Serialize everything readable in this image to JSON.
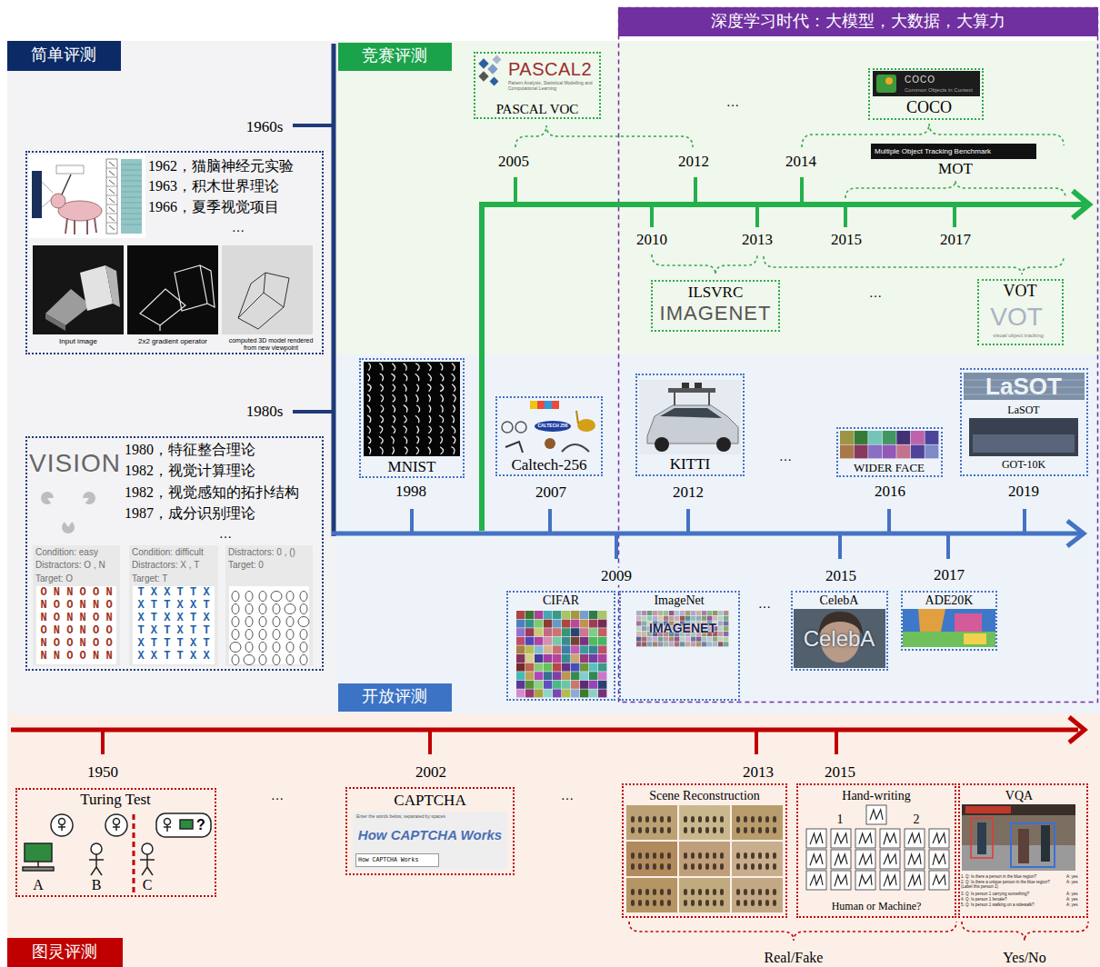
{
  "diagram": {
    "nodes": [
      {
        "text": [
          "深度学习时代：大模型，大数据，大算力"
        ]
      },
      {
        "text": [
          "简单评测"
        ]
      },
      {
        "text": [
          "1962，猫脑神经元实验",
          "1963，积木世界理论",
          "1966，夏季视觉项目",
          "…",
          "Input image",
          "2x2 gradient operator",
          "computed 3D model rendered from new viewpoint"
        ]
      },
      {
        "text": [
          "VISION",
          "1980，特征整合理论",
          "1982，视觉计算理论",
          "1982，视觉感知的拓扑结构",
          "1987，成分识别理论",
          "…"
        ]
      },
      {
        "text": [
          "Condition: easy",
          "Distractors: O , N",
          "Target: O",
          "O N N O O N",
          "N O O N N O",
          "N O N N O N",
          "O N O N O O",
          "N O O N O O",
          "N N O O N N"
        ],
        "in": 3
      },
      {
        "text": [
          "Condition: difficult",
          "Distractors: X , T",
          "Target: T",
          "T X X T T X",
          "X T T X X T",
          "X T X X T X",
          "T X T X T T",
          "X T T T X T",
          "X X T T X X"
        ],
        "in": 3
      },
      {
        "text": [
          "Distractors: 0 , ()",
          "Target: 0"
        ],
        "in": 3
      },
      {
        "text": [
          "竞赛评测"
        ]
      },
      {
        "text": [
          "PASCAL2",
          "Pattern Analysis, Statistical Modelling and Computational Learning",
          "PASCAL VOC"
        ]
      },
      {
        "text": [
          "COCO"
        ]
      },
      {
        "text": [
          "COCO",
          "Common Objects in Context"
        ],
        "in": 9
      },
      {
        "text": [
          "Multiple Object Tracking Benchmark",
          "MOT"
        ]
      },
      {
        "text": [
          "ILSVRC",
          "IMAGENET"
        ]
      },
      {
        "text": [
          "VOT",
          "VOT",
          "visual object tracking"
        ]
      },
      {
        "text": [
          "MNIST"
        ]
      },
      {
        "text": [
          "Caltech-256"
        ]
      },
      {
        "text": [
          "CALTECH 256"
        ],
        "in": 15
      },
      {
        "text": [
          "KITTI"
        ]
      },
      {
        "text": [
          "WIDER FACE"
        ]
      },
      {
        "text": [
          "LaSOT",
          "GOT-10K"
        ]
      },
      {
        "text": [
          "LaSOT"
        ],
        "in": 19
      },
      {
        "text": [
          "CIFAR"
        ]
      },
      {
        "text": [
          "ImageNet"
        ]
      },
      {
        "text": [
          "IMAGENET"
        ],
        "in": 22
      },
      {
        "text": [
          "CelebA"
        ]
      },
      {
        "text": [
          "CelebA"
        ],
        "in": 24
      },
      {
        "text": [
          "ADE20K"
        ]
      },
      {
        "text": [
          "开放评测"
        ]
      },
      {
        "text": [
          "Turing Test",
          "A",
          "B",
          "C",
          "?"
        ]
      },
      {
        "text": [
          "CAPTCHA"
        ]
      },
      {
        "text": [
          "Enter the words below, separated by spaces",
          "How CAPTCHA Works"
        ],
        "in": 29
      },
      {
        "text": [
          "How CAPTCHA Works"
        ],
        "in": 30
      },
      {
        "text": [
          "Scene Reconstruction"
        ]
      },
      {
        "text": [
          "Hand-writing",
          "1",
          "2",
          "Human or Machine?"
        ]
      },
      {
        "text": [
          "VQA",
          "1. Q: Is there a person in the blue region?",
          "A: yes",
          "2. Q: Is there a unique person in the blue region? (Label this person 1)",
          "A: yes",
          "3. Q: Is person 1 carrying something?",
          "A: yes",
          "4. Q: Is person 1 female?",
          "A: yes",
          "5. Q: Is person 1 walking on a sidewalk?",
          "A: yes"
        ]
      },
      {
        "text": [
          "图灵评测"
        ]
      }
    ],
    "labels": [
      "1960s",
      "1980s",
      "2005",
      "2012",
      "2014",
      "…",
      "2010",
      "2013",
      "2015",
      "2017",
      "…",
      "1998",
      "2007",
      "2012",
      "…",
      "2016",
      "2019",
      "2009",
      "2015",
      "2017",
      "…",
      "1950",
      "…",
      "2002",
      "…",
      "2013",
      "2015",
      "Real/Fake",
      "Yes/No"
    ]
  }
}
